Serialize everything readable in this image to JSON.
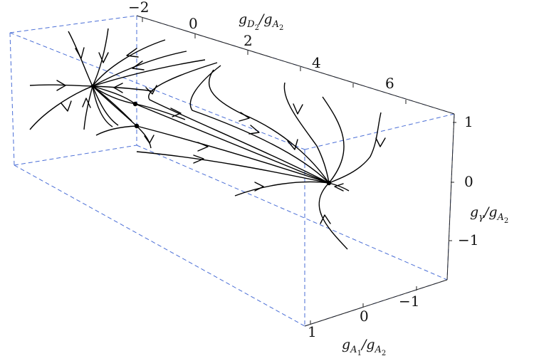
{
  "figure": {
    "axis_top": {
      "name_base": "g",
      "name_sub": "D",
      "name_subsub": "2",
      "name_div": "/g",
      "name_sub2": "A",
      "name_subsub2": "2",
      "ticks": [
        "−2",
        "0",
        "2",
        "4",
        "6"
      ]
    },
    "axis_right": {
      "name_base": "g",
      "name_sub": "γ",
      "name_div": "/g",
      "name_sub2": "A",
      "name_subsub2": "2",
      "ticks": [
        "1",
        "0",
        "−1"
      ]
    },
    "axis_bottom": {
      "name_base": "g",
      "name_sub": "A",
      "name_subsub": "1",
      "name_div": "/g",
      "name_sub2": "A",
      "name_subsub2": "2",
      "ticks": [
        "1",
        "0",
        "−1"
      ]
    },
    "colors": {
      "box": "#4a6ed6",
      "flow": "#000000"
    }
  }
}
